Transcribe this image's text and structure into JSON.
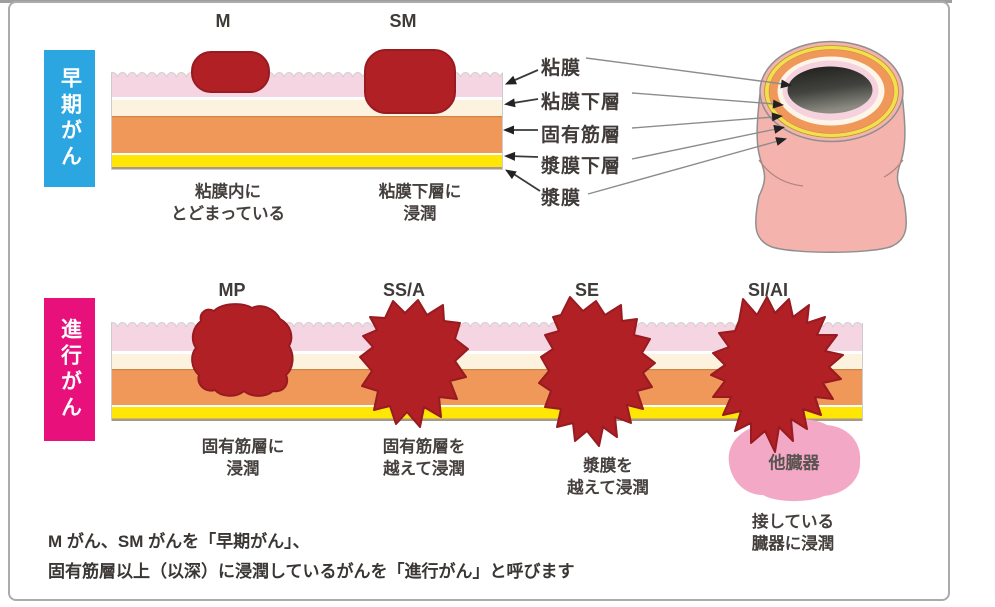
{
  "sections": {
    "early": {
      "label": "早期がん",
      "color": "#2ca6e0",
      "stages": [
        {
          "code": "M",
          "caption": "粘膜内に\nとどまっている"
        },
        {
          "code": "SM",
          "caption": "粘膜下層に\n浸潤"
        }
      ]
    },
    "advanced": {
      "label": "進行がん",
      "color": "#e8117c",
      "stages": [
        {
          "code": "MP",
          "caption": "固有筋層に\n浸潤"
        },
        {
          "code": "SS/A",
          "caption": "固有筋層を\n越えて浸潤"
        },
        {
          "code": "SE",
          "caption": "漿膜を\n越えて浸潤"
        },
        {
          "code": "SI/AI",
          "caption": "接している\n臓器に浸潤"
        }
      ]
    }
  },
  "wall_layers": [
    {
      "name": "粘膜",
      "color": "#f6d5e2"
    },
    {
      "name": "粘膜下層",
      "color": "#fcf2dd"
    },
    {
      "name": "固有筋層",
      "color": "#f0975a"
    },
    {
      "name": "漿膜下層",
      "color": "#ffe605"
    },
    {
      "name": "漿膜",
      "color": "#a8998a"
    }
  ],
  "other_organ": {
    "label": "他臓器",
    "color": "#f3a9c6"
  },
  "tumor_color": "#b02025",
  "footnote": {
    "line1": "M がん、SM がんを「早期がん」、",
    "line2": "固有筋層以上（以深）に浸潤しているがんを「進行がん」と呼びます"
  }
}
